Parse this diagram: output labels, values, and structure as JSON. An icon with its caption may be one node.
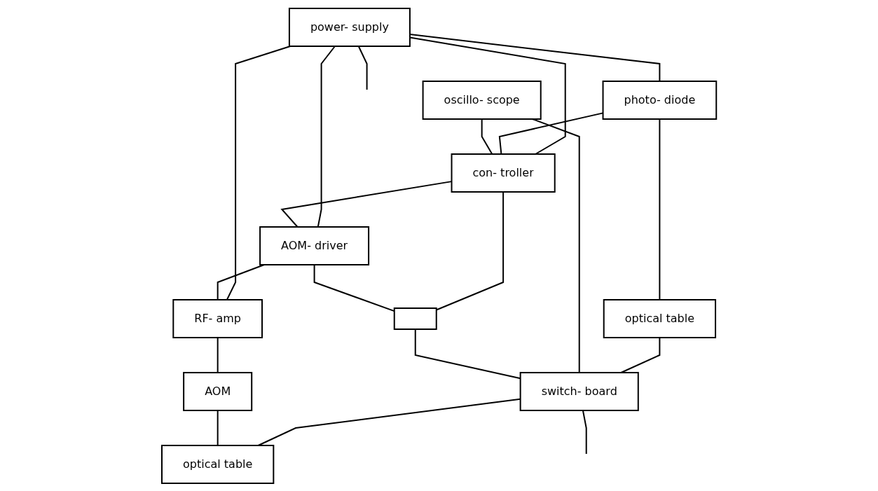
{
  "diagram": {
    "nodes": [
      {
        "text": [
          "power- supply"
        ]
      },
      {
        "text": [
          "photo- diode"
        ]
      },
      {
        "text": [
          "con- troller"
        ]
      },
      {
        "text": [
          "AOM- driver"
        ]
      },
      {
        "text": [
          "RF- amp"
        ]
      },
      {
        "text": [
          "AOM"
        ]
      },
      {
        "text": [
          "oscillo- scope"
        ]
      },
      {
        "text": [],
        "shape": "box"
      },
      {
        "text": [
          "optical table"
        ]
      },
      {
        "text": [
          "switch- board"
        ]
      },
      {
        "text": [
          "optical table"
        ]
      }
    ],
    "edges": [
      {
        "from": 0,
        "to": null,
        "arrow": "none"
      },
      {
        "from": 0,
        "to": 1,
        "arrow": "none"
      },
      {
        "from": 0,
        "to": 2,
        "arrow": "none"
      },
      {
        "from": 0,
        "to": 3,
        "arrow": "none"
      },
      {
        "from": 0,
        "to": 4,
        "arrow": "none"
      },
      {
        "from": 1,
        "to": 2,
        "arrow": "none"
      },
      {
        "from": 6,
        "to": 2,
        "arrow": "none"
      },
      {
        "from": 2,
        "to": 3,
        "arrow": "none"
      },
      {
        "from": 3,
        "to": 4,
        "arrow": "none"
      },
      {
        "from": 4,
        "to": 5,
        "arrow": "none"
      },
      {
        "from": 2,
        "to": 7,
        "arrow": "none"
      },
      {
        "from": 3,
        "to": 7,
        "arrow": "none"
      },
      {
        "from": 1,
        "to": 8,
        "arrow": "none"
      },
      {
        "from": 8,
        "to": 9,
        "arrow": "none"
      },
      {
        "from": 6,
        "to": 9,
        "arrow": "none"
      },
      {
        "from": 7,
        "to": 9,
        "arrow": "none"
      },
      {
        "from": 9,
        "to": 10,
        "arrow": "none"
      },
      {
        "from": 5,
        "to": 10,
        "arrow": "none"
      },
      {
        "from": 9,
        "to": null,
        "arrow": "none"
      }
    ]
  }
}
